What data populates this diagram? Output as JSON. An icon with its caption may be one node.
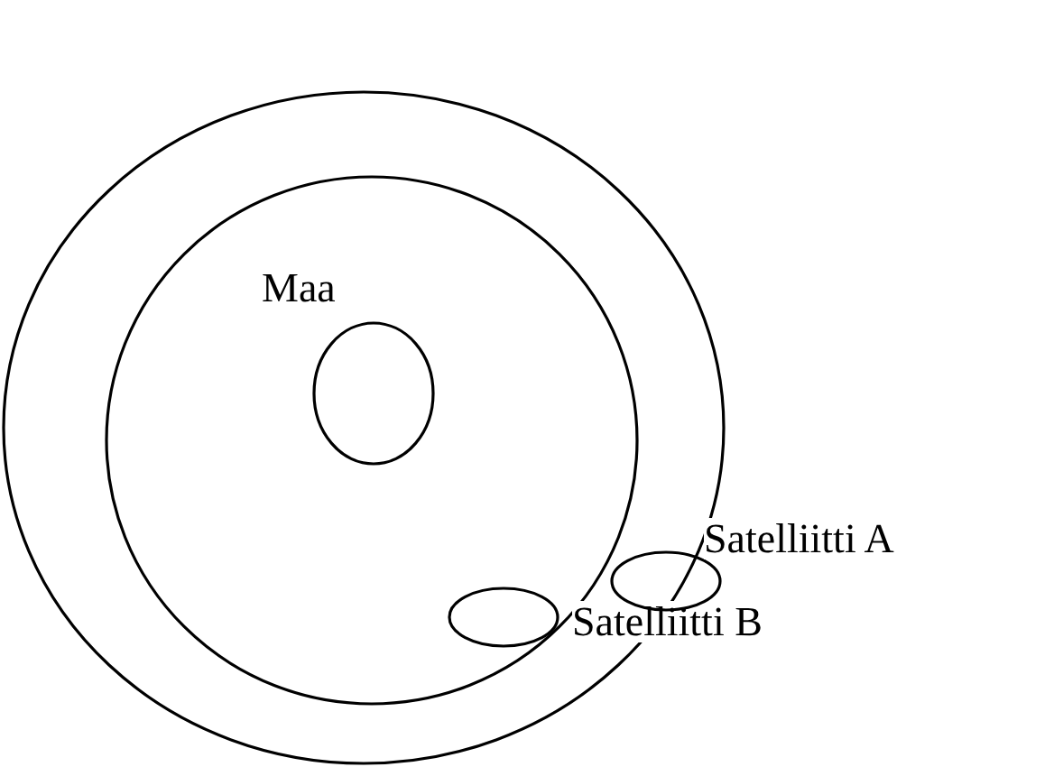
{
  "diagram": {
    "nodes": [
      {
        "text": [],
        "shape": "circle"
      },
      {
        "text": [],
        "shape": "circle",
        "in": 0
      },
      {
        "text": [
          "Maa"
        ],
        "in": 1
      },
      {
        "text": [
          "Satelliitti A"
        ],
        "in": 0
      },
      {
        "text": [
          "Satelliitti B"
        ],
        "in": 1
      }
    ]
  }
}
